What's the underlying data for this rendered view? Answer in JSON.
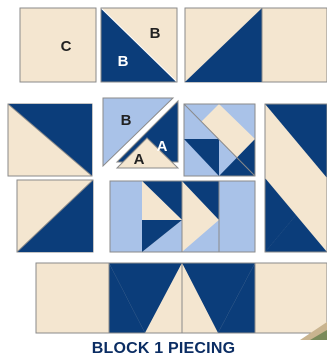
{
  "colors": {
    "cream": "#f4e6d0",
    "navy": "#0b3d7a",
    "light_blue": "#a9c2e8",
    "outline": "#8a8a8a"
  },
  "labels": {
    "c": "C",
    "b_top": "B",
    "b_bottom": "B",
    "b_middle": "B",
    "a_upper": "A",
    "a_lower": "A"
  },
  "caption": "BLOCK 1 PIECING"
}
